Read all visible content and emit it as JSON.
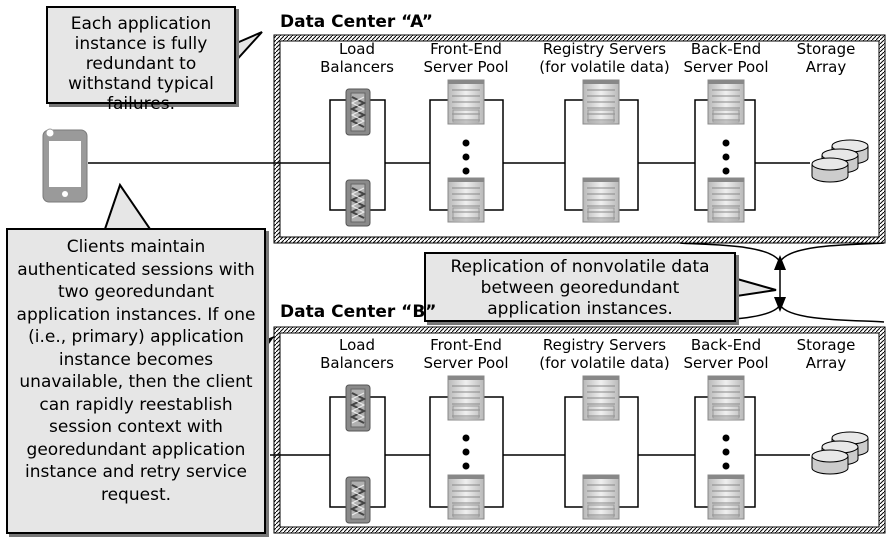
{
  "callouts": {
    "redundancy": "Each application instance is fully redundant to withstand typical failures.",
    "clients": "Clients maintain authenticated sessions with two georedundant application instances.  If one (i.e., primary) application instance becomes unavailable, then the client can rapidly reestablish session context with georedundant application instance and retry service request.",
    "replication": "Replication of nonvolatile data between georedundant application instances."
  },
  "data_centers": [
    {
      "title": "Data Center “A”",
      "columns": [
        {
          "line1": "Load",
          "line2": "Balancers"
        },
        {
          "line1": "Front-End",
          "line2": "Server Pool"
        },
        {
          "line1": "Registry Servers",
          "line2": "(for volatile data)"
        },
        {
          "line1": "Back-End",
          "line2": "Server Pool"
        },
        {
          "line1": "Storage",
          "line2": "Array"
        }
      ]
    },
    {
      "title": "Data Center “B”",
      "columns": [
        {
          "line1": "Load",
          "line2": "Balancers"
        },
        {
          "line1": "Front-End",
          "line2": "Server Pool"
        },
        {
          "line1": "Registry Servers",
          "line2": "(for volatile data)"
        },
        {
          "line1": "Back-End",
          "line2": "Server Pool"
        },
        {
          "line1": "Storage",
          "line2": "Array"
        }
      ]
    }
  ],
  "icons": {
    "client": "smartphone-icon",
    "load_balancer": "load-balancer-icon",
    "server": "server-rack-icon",
    "storage": "disk-stack-icon"
  },
  "colors": {
    "callout_fill": "#e6e6e6",
    "device_gray": "#9a9a9a",
    "server_light": "#d0d0d0"
  }
}
